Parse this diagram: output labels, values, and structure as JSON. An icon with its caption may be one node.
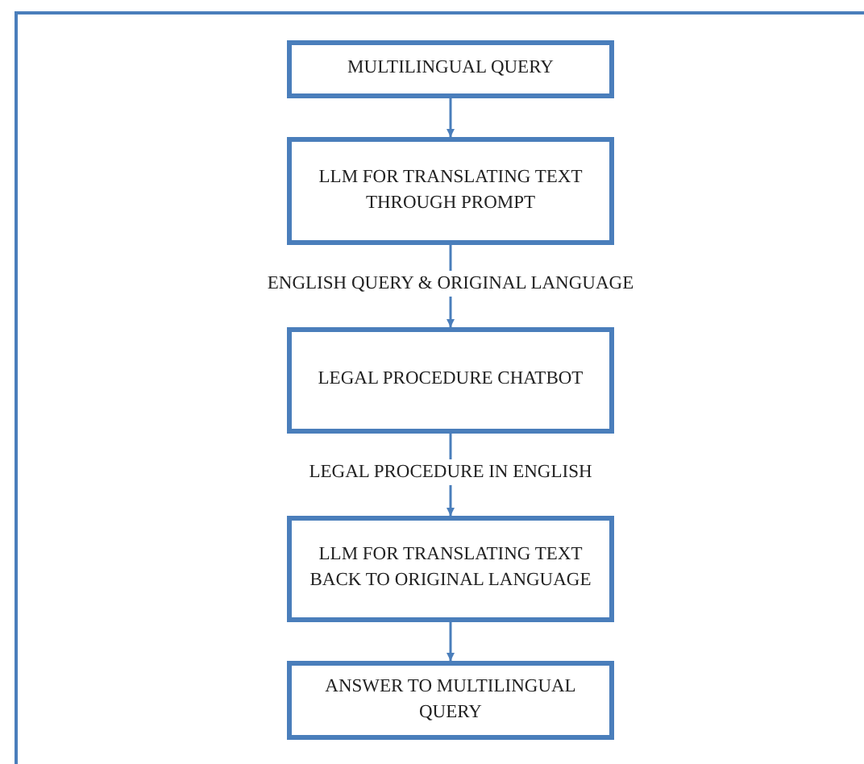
{
  "diagram": {
    "nodes": [
      {
        "text": [
          "MULTILINGUAL QUERY"
        ]
      },
      {
        "text": [
          "LLM FOR TRANSLATING TEXT THROUGH PROMPT"
        ]
      },
      {
        "text": [
          "LEGAL PROCEDURE CHATBOT"
        ]
      },
      {
        "text": [
          "LLM FOR TRANSLATING TEXT BACK TO ORIGINAL LANGUAGE"
        ]
      },
      {
        "text": [
          "ANSWER TO MULTILINGUAL QUERY"
        ]
      }
    ],
    "edges": [
      {
        "from": 0,
        "to": 1,
        "arrow": "to"
      },
      {
        "from": 1,
        "to": 2,
        "arrow": "to",
        "label": "ENGLISH QUERY & ORIGINAL LANGUAGE"
      },
      {
        "from": 2,
        "to": 3,
        "arrow": "to",
        "label": "LEGAL PROCEDURE IN ENGLISH"
      },
      {
        "from": 3,
        "to": 4,
        "arrow": "to"
      }
    ]
  }
}
